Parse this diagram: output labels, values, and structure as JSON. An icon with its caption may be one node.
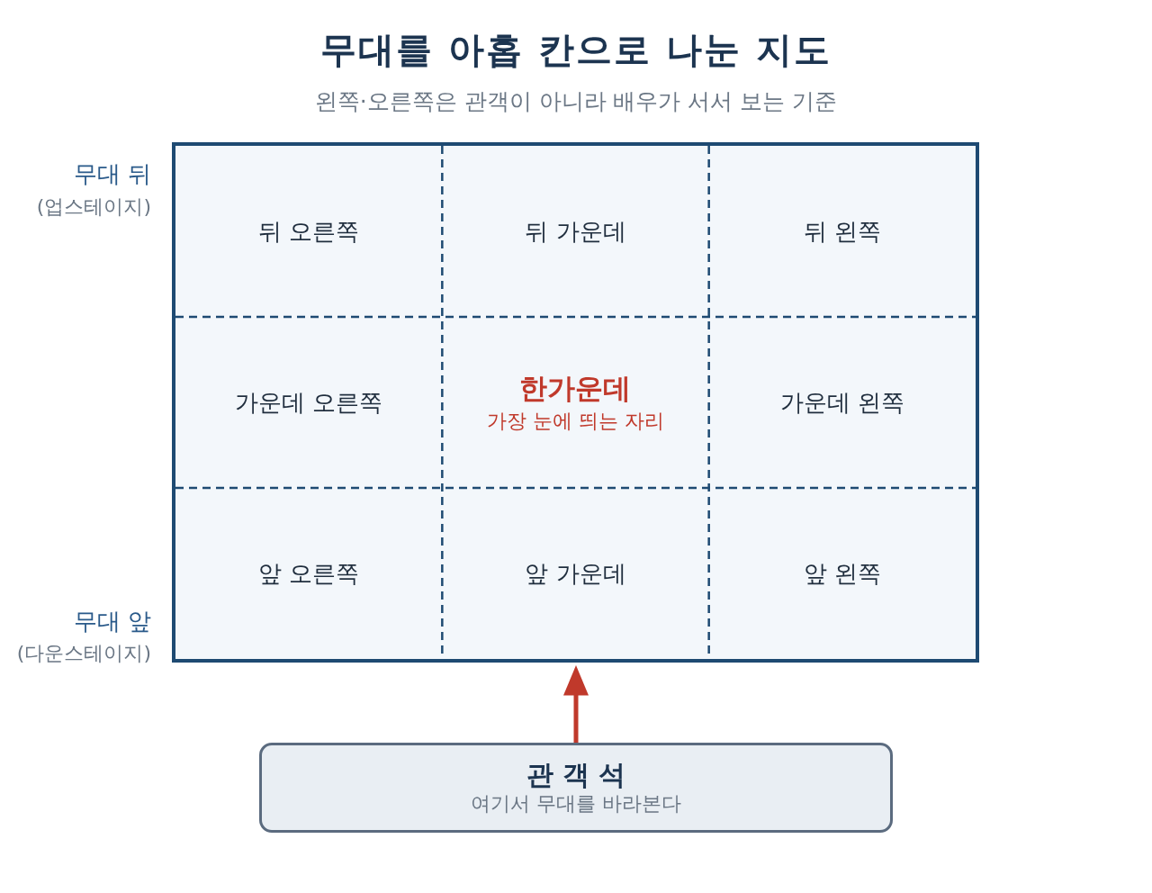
{
  "diagram": {
    "title": "무대를 아홉 칸으로 나눈 지도",
    "nodes": [
      {
        "text": [],
        "shape": "box"
      },
      {
        "text": [
          "뒤 오른쪽"
        ],
        "in": 0
      },
      {
        "text": [
          "뒤 가운데"
        ],
        "in": 0
      },
      {
        "text": [
          "뒤 왼쪽"
        ],
        "in": 0
      },
      {
        "text": [
          "가운데 오른쪽"
        ],
        "in": 0
      },
      {
        "text": [
          "한가운데",
          "가장 눈에 띄는 자리"
        ],
        "in": 0
      },
      {
        "text": [
          "가운데 왼쪽"
        ],
        "in": 0
      },
      {
        "text": [
          "앞 오른쪽"
        ],
        "in": 0
      },
      {
        "text": [
          "앞 가운데"
        ],
        "in": 0
      },
      {
        "text": [
          "앞 왼쪽"
        ],
        "in": 0
      },
      {
        "text": [
          "관 객 석",
          "여기서 무대를 바라본다"
        ]
      }
    ],
    "edges": [
      {
        "from": 10,
        "to": 0,
        "arrow": "to"
      }
    ],
    "labels": [
      "왼쪽·오른쪽은 관객이 아니라 배우가 서서 보는 기준",
      "무대 뒤",
      "(업스테이지)",
      "무대 앞",
      "(다운스테이지)"
    ]
  }
}
